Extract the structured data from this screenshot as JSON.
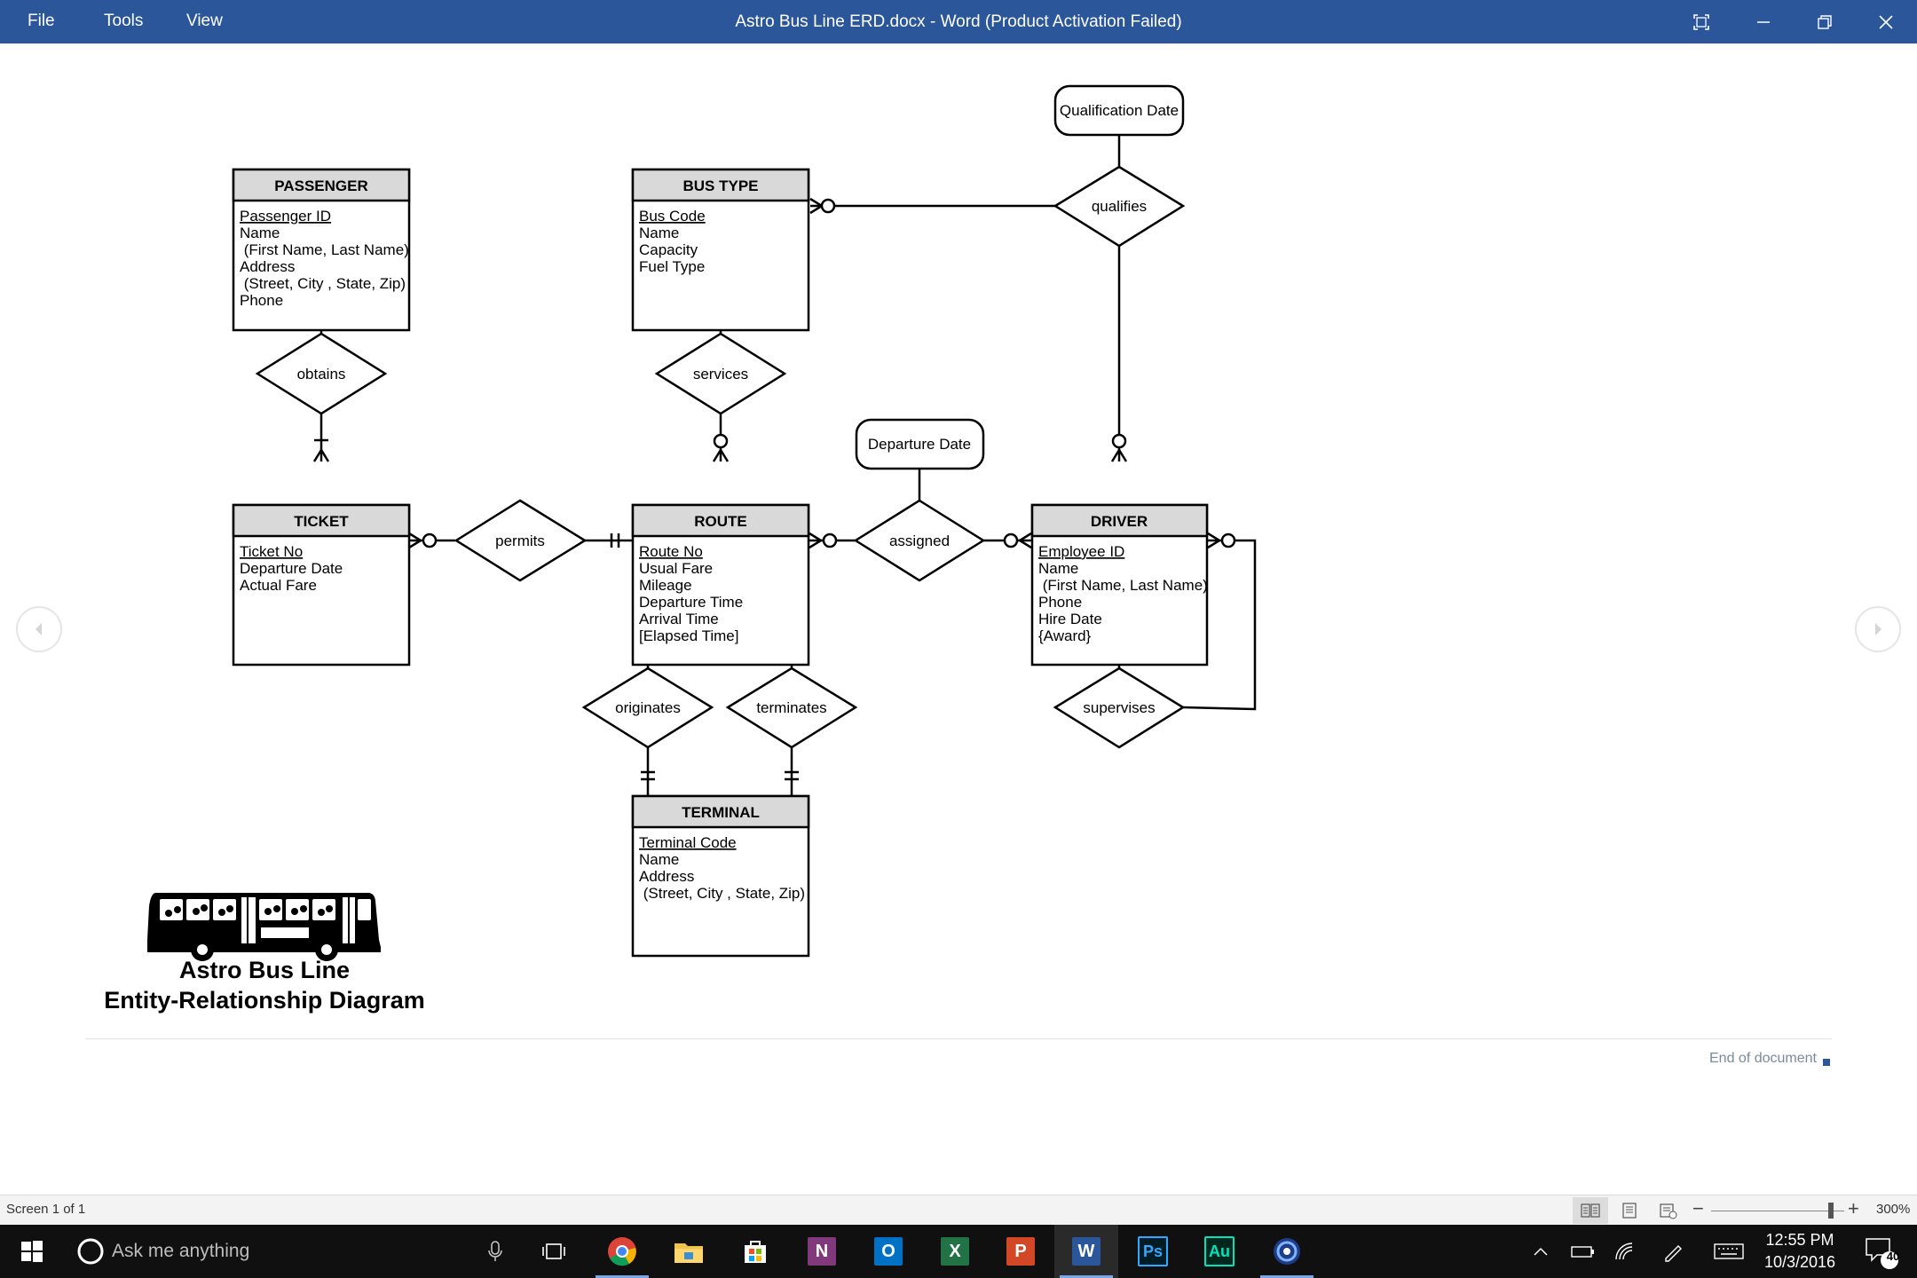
{
  "titlebar": {
    "menu": [
      "File",
      "Tools",
      "View"
    ],
    "title": "Astro Bus Line ERD.docx - Word (Product Activation Failed)"
  },
  "diagram": {
    "entities": [
      {
        "name": "PASSENGER",
        "key": "Passenger ID",
        "attrs": [
          "Name",
          " (First Name, Last Name)",
          "Address",
          " (Street, City , State, Zip)",
          "Phone"
        ]
      },
      {
        "name": "BUS TYPE",
        "key": "Bus Code",
        "attrs": [
          "Name",
          "Capacity",
          "Fuel Type"
        ]
      },
      {
        "name": "TICKET",
        "key": "Ticket No",
        "attrs": [
          "Departure Date",
          "Actual Fare"
        ]
      },
      {
        "name": "ROUTE",
        "key": "Route No",
        "attrs": [
          "Usual Fare",
          "Mileage",
          "Departure Time",
          "Arrival Time",
          "[Elapsed Time]"
        ]
      },
      {
        "name": "DRIVER",
        "key": "Employee ID",
        "attrs": [
          "Name",
          " (First Name, Last Name)",
          "Phone",
          "Hire Date",
          "{Award}"
        ]
      },
      {
        "name": "TERMINAL",
        "key": "Terminal Code",
        "attrs": [
          "Name",
          "Address",
          " (Street, City , State, Zip)"
        ]
      }
    ],
    "relationships": [
      "obtains",
      "services",
      "qualifies",
      "permits",
      "assigned",
      "originates",
      "terminates",
      "supervises"
    ],
    "relationship_attributes": [
      "Qualification Date",
      "Departure Date"
    ],
    "caption": {
      "line1": "Astro Bus Line",
      "line2": "Entity-Relationship Diagram"
    }
  },
  "document": {
    "end_text": "End of document"
  },
  "statusbar": {
    "screen": "Screen 1 of 1",
    "zoom": "300%",
    "zoom_fraction": 0.9
  },
  "taskbar": {
    "search_placeholder": "Ask me anything",
    "time": "12:55 PM",
    "date": "10/3/2016",
    "notification_count": "40",
    "apps": [
      "chrome",
      "file-explorer",
      "store",
      "onenote",
      "outlook",
      "excel",
      "powerpoint",
      "word",
      "photoshop",
      "audition",
      "app"
    ]
  },
  "colors": {
    "titlebar": "#2b579a",
    "entity_header": "#d9d9d9",
    "taskbar": "#101010"
  }
}
